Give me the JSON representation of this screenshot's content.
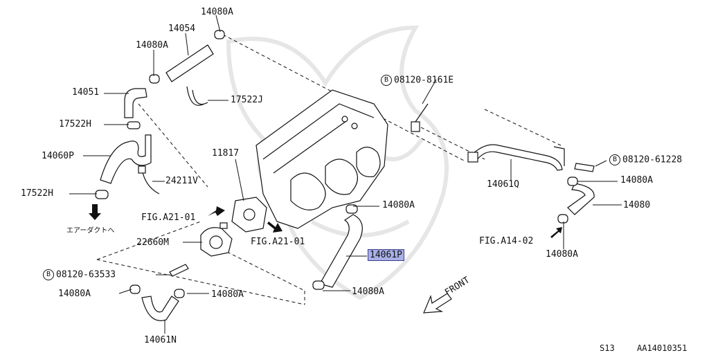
{
  "labels": {
    "p14080A_top": "14080A",
    "p14054": "14054",
    "p14080A_left_top": "14080A",
    "p14051": "14051",
    "p17522J": "17522J",
    "p17522H_top": "17522H",
    "p14060P": "14060P",
    "p24211V": "24211V",
    "p17522H_bottom": "17522H",
    "air_duct_jp": "エアーダクトへ",
    "p11817": "11817",
    "fig_a21_01_left": "FIG.A21-01",
    "fig_a21_01_mid": "FIG.A21-01",
    "p22660M": "22660M",
    "p08120_63533": "08120-63533",
    "p14080A_left_bottom": "14080A",
    "p14080A_mid_bottom": "14080A",
    "p14061N": "14061N",
    "p14080A_center": "14080A",
    "p14061P": "14061P",
    "p14080A_lower_center": "14080A",
    "p08120_8161E": "08120-8161E",
    "p08120_61228": "08120-61228",
    "p14061Q": "14061Q",
    "p14080A_right": "14080A",
    "p14080": "14080",
    "fig_a14_02": "FIG.A14-02",
    "p14080A_right_bottom": "14080A",
    "front": "FRONT",
    "bolt_symbol": "B"
  },
  "footer": {
    "model": "S13",
    "code": "AA14010351"
  },
  "colors": {
    "line": "#111111",
    "highlight": "#a9b0e8",
    "watermark": "#e6e6e6"
  }
}
